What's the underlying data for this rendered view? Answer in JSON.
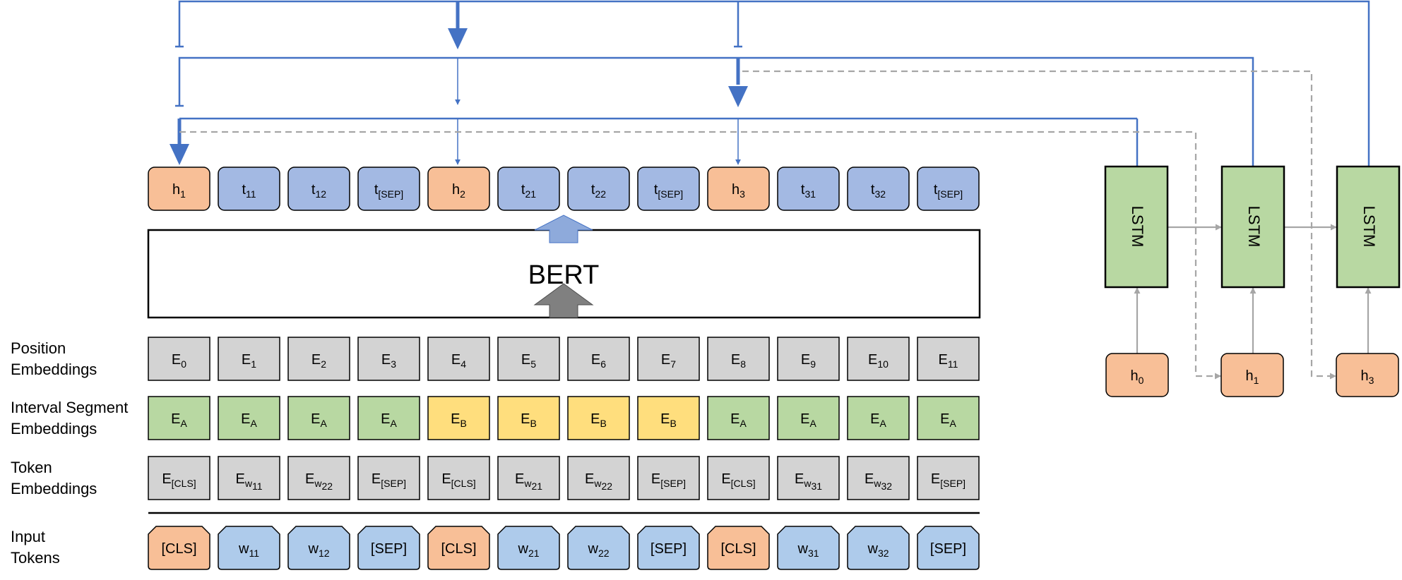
{
  "colors": {
    "orange": "#F8BF97",
    "blue_out": "#A3B9E3",
    "blue_in": "#AECBEB",
    "gray": "#D3D3D3",
    "green": "#B8D8A2",
    "yellow": "#FFDE7D",
    "line_blue": "#4472C4",
    "line_gray": "#A6A6A6",
    "arrow_blue_fill": "#8EAADB",
    "arrow_gray_fill": "#808080"
  },
  "row_labels": {
    "position": [
      "Position",
      "Embeddings"
    ],
    "segment": [
      "Interval Segment",
      "Embeddings"
    ],
    "token": [
      "Token",
      "Embeddings"
    ],
    "input": [
      "Input",
      "Tokens"
    ]
  },
  "bert_label": "BERT",
  "lstm_label": "LSTM",
  "output_tokens": [
    {
      "base": "h",
      "sub": "1",
      "color": "orange"
    },
    {
      "base": "t",
      "sub": "11",
      "color": "blue_out"
    },
    {
      "base": "t",
      "sub": "12",
      "color": "blue_out"
    },
    {
      "base": "t",
      "sub": "[SEP]",
      "color": "blue_out"
    },
    {
      "base": "h",
      "sub": "2",
      "color": "orange"
    },
    {
      "base": "t",
      "sub": "21",
      "color": "blue_out"
    },
    {
      "base": "t",
      "sub": "22",
      "color": "blue_out"
    },
    {
      "base": "t",
      "sub": "[SEP]",
      "color": "blue_out"
    },
    {
      "base": "h",
      "sub": "3",
      "color": "orange"
    },
    {
      "base": "t",
      "sub": "31",
      "color": "blue_out"
    },
    {
      "base": "t",
      "sub": "32",
      "color": "blue_out"
    },
    {
      "base": "t",
      "sub": "[SEP]",
      "color": "blue_out"
    }
  ],
  "position_embeddings": [
    {
      "base": "E",
      "sub": "0"
    },
    {
      "base": "E",
      "sub": "1"
    },
    {
      "base": "E",
      "sub": "2"
    },
    {
      "base": "E",
      "sub": "3"
    },
    {
      "base": "E",
      "sub": "4"
    },
    {
      "base": "E",
      "sub": "5"
    },
    {
      "base": "E",
      "sub": "6"
    },
    {
      "base": "E",
      "sub": "7"
    },
    {
      "base": "E",
      "sub": "8"
    },
    {
      "base": "E",
      "sub": "9"
    },
    {
      "base": "E",
      "sub": "10"
    },
    {
      "base": "E",
      "sub": "11"
    }
  ],
  "segment_embeddings": [
    {
      "base": "E",
      "sub": "A",
      "color": "green"
    },
    {
      "base": "E",
      "sub": "A",
      "color": "green"
    },
    {
      "base": "E",
      "sub": "A",
      "color": "green"
    },
    {
      "base": "E",
      "sub": "A",
      "color": "green"
    },
    {
      "base": "E",
      "sub": "B",
      "color": "yellow"
    },
    {
      "base": "E",
      "sub": "B",
      "color": "yellow"
    },
    {
      "base": "E",
      "sub": "B",
      "color": "yellow"
    },
    {
      "base": "E",
      "sub": "B",
      "color": "yellow"
    },
    {
      "base": "E",
      "sub": "A",
      "color": "green"
    },
    {
      "base": "E",
      "sub": "A",
      "color": "green"
    },
    {
      "base": "E",
      "sub": "A",
      "color": "green"
    },
    {
      "base": "E",
      "sub": "A",
      "color": "green"
    }
  ],
  "token_embeddings": [
    {
      "base": "E",
      "sub": "[CLS]"
    },
    {
      "base": "E",
      "sub": "w",
      "sub2": "11"
    },
    {
      "base": "E",
      "sub": "w",
      "sub2": "22"
    },
    {
      "base": "E",
      "sub": "[SEP]"
    },
    {
      "base": "E",
      "sub": "[CLS]"
    },
    {
      "base": "E",
      "sub": "w",
      "sub2": "21"
    },
    {
      "base": "E",
      "sub": "w",
      "sub2": "22"
    },
    {
      "base": "E",
      "sub": "[SEP]"
    },
    {
      "base": "E",
      "sub": "[CLS]"
    },
    {
      "base": "E",
      "sub": "w",
      "sub2": "31"
    },
    {
      "base": "E",
      "sub": "w",
      "sub2": "32"
    },
    {
      "base": "E",
      "sub": "[SEP]"
    }
  ],
  "input_tokens": [
    {
      "base": "[CLS]",
      "sub": "",
      "color": "orange"
    },
    {
      "base": "w",
      "sub": "11",
      "color": "blue_in"
    },
    {
      "base": "w",
      "sub": "12",
      "color": "blue_in"
    },
    {
      "base": "[SEP]",
      "sub": "",
      "color": "blue_in"
    },
    {
      "base": "[CLS]",
      "sub": "",
      "color": "orange"
    },
    {
      "base": "w",
      "sub": "21",
      "color": "blue_in"
    },
    {
      "base": "w",
      "sub": "22",
      "color": "blue_in"
    },
    {
      "base": "[SEP]",
      "sub": "",
      "color": "blue_in"
    },
    {
      "base": "[CLS]",
      "sub": "",
      "color": "orange"
    },
    {
      "base": "w",
      "sub": "31",
      "color": "blue_in"
    },
    {
      "base": "w",
      "sub": "32",
      "color": "blue_in"
    },
    {
      "base": "[SEP]",
      "sub": "",
      "color": "blue_in"
    }
  ],
  "lstm_inputs": [
    {
      "base": "h",
      "sub": "0"
    },
    {
      "base": "h",
      "sub": "1"
    },
    {
      "base": "h",
      "sub": "3"
    }
  ]
}
